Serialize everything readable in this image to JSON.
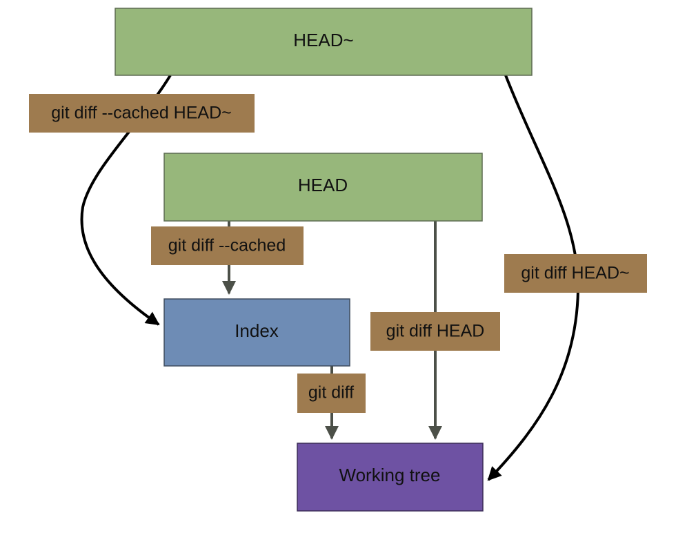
{
  "colors": {
    "head_node_fill": "#97b77b",
    "index_node_fill": "#6e8cb5",
    "working_tree_node_fill": "#6e52a3",
    "edge_label_fill": "#9e7b4f",
    "curved_arrow": "#000000",
    "straight_arrow": "#4c5048"
  },
  "nodes": {
    "head_tilde": {
      "label": "HEAD~"
    },
    "head": {
      "label": "HEAD"
    },
    "index": {
      "label": "Index"
    },
    "working_tree": {
      "label": "Working tree"
    }
  },
  "edges": {
    "diff_cached_head_tilde": {
      "label": "git diff --cached HEAD~",
      "from": "HEAD~",
      "to": "Index"
    },
    "diff_cached": {
      "label": "git diff --cached",
      "from": "HEAD",
      "to": "Index"
    },
    "diff_head": {
      "label": "git diff HEAD",
      "from": "HEAD",
      "to": "Working tree"
    },
    "diff_head_tilde": {
      "label": "git diff HEAD~",
      "from": "HEAD~",
      "to": "Working tree"
    },
    "diff": {
      "label": "git diff",
      "from": "Index",
      "to": "Working tree"
    }
  }
}
